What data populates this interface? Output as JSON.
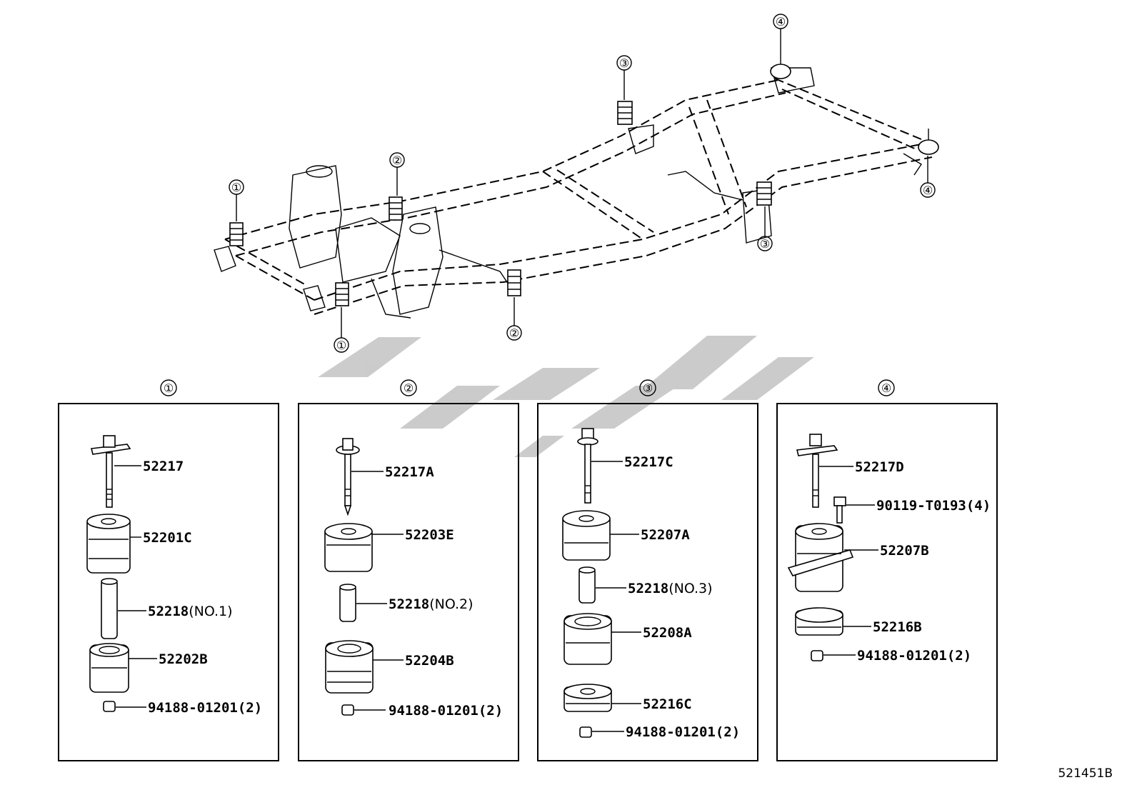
{
  "figure_code": "521451B",
  "frame_callouts": {
    "c1a": "①",
    "c1b": "①",
    "c2a": "②",
    "c2b": "②",
    "c3a": "③",
    "c3b": "③",
    "c4a": "④",
    "c4b": "④"
  },
  "groups": [
    {
      "number": "①",
      "parts": [
        {
          "code": "52217",
          "suffix": ""
        },
        {
          "code": "52201C",
          "suffix": ""
        },
        {
          "code": "52218",
          "suffix": "(NO.1)"
        },
        {
          "code": "52202B",
          "suffix": ""
        },
        {
          "code": "94188-01201(2)",
          "suffix": ""
        }
      ]
    },
    {
      "number": "②",
      "parts": [
        {
          "code": "52217A",
          "suffix": ""
        },
        {
          "code": "52203E",
          "suffix": ""
        },
        {
          "code": "52218",
          "suffix": "(NO.2)"
        },
        {
          "code": "52204B",
          "suffix": ""
        },
        {
          "code": "94188-01201(2)",
          "suffix": ""
        }
      ]
    },
    {
      "number": "③",
      "parts": [
        {
          "code": "52217C",
          "suffix": ""
        },
        {
          "code": "52207A",
          "suffix": ""
        },
        {
          "code": "52218",
          "suffix": "(NO.3)"
        },
        {
          "code": "52208A",
          "suffix": ""
        },
        {
          "code": "52216C",
          "suffix": ""
        },
        {
          "code": "94188-01201(2)",
          "suffix": ""
        }
      ]
    },
    {
      "number": "④",
      "parts": [
        {
          "code": "52217D",
          "suffix": ""
        },
        {
          "code": "90119-T0193(4)",
          "suffix": ""
        },
        {
          "code": "52207B",
          "suffix": ""
        },
        {
          "code": "52216B",
          "suffix": ""
        },
        {
          "code": "94188-01201(2)",
          "suffix": ""
        }
      ]
    }
  ],
  "colors": {
    "ink": "#000000",
    "watermark": "#c3c3c3",
    "background": "#ffffff"
  }
}
